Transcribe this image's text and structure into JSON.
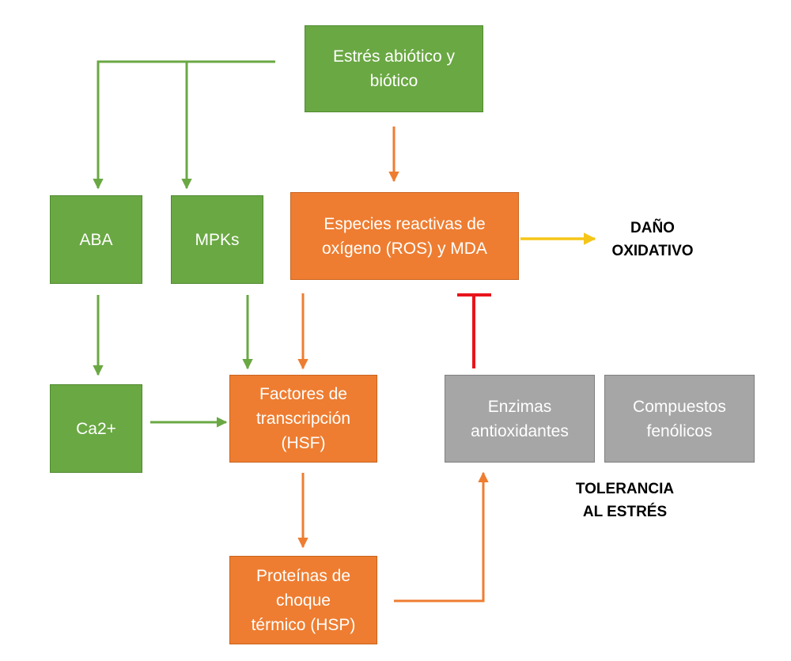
{
  "nodes": {
    "estres": "Estrés abiótico y\nbiótico",
    "aba": "ABA",
    "mpks": "MPKs",
    "ros": "Especies reactivas de\noxígeno (ROS) y MDA",
    "ca": "Ca2+",
    "factores": "Factores de\ntranscripción\n(HSF)",
    "enzimas": "Enzimas\nantioxidantes",
    "compuestos": "Compuestos\nfenólicos",
    "proteinas": "Proteínas de\nchoque\ntérmico (HSP)"
  },
  "labels": {
    "dano": "DAÑO\nOXIDATIVO",
    "tolerancia": "TOLERANCIA\nAL ESTRÉS"
  },
  "colors": {
    "green": "#6aa843",
    "orange": "#ee7d31",
    "gray": "#a6a6a6",
    "yellow": "#f5c518",
    "red": "#e8141c"
  }
}
